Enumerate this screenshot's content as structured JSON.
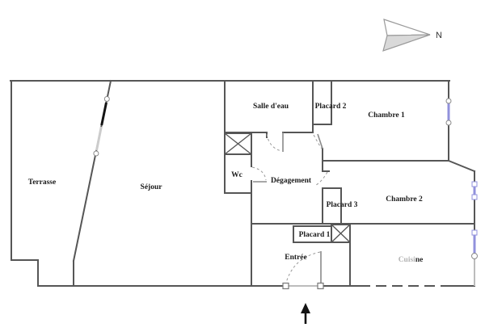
{
  "compass": {
    "label": "N"
  },
  "rooms": {
    "terrasse": "Terrasse",
    "sejour": "Séjour",
    "salle_deau": "Salle d'eau",
    "placard2": "Placard 2",
    "chambre1": "Chambre 1",
    "wc": "Wc",
    "degagement": "Dégagement",
    "placard3": "Placard 3",
    "chambre2": "Chambre 2",
    "placard1": "Placard 1",
    "entree": "Entrée",
    "cuisine_part1": "Cuisi",
    "cuisine_part2": "ne"
  },
  "colors": {
    "wall": "#565656",
    "walllight": "#bcbcbc",
    "window": "#9191dc",
    "doorarc": "#9a9a9a",
    "doorleaf": "#8a8a8a",
    "glassdark": "#141414",
    "glasslight": "#cccccc",
    "cuisinetext": "#b3b3b3",
    "text": "#1b1b1b"
  }
}
